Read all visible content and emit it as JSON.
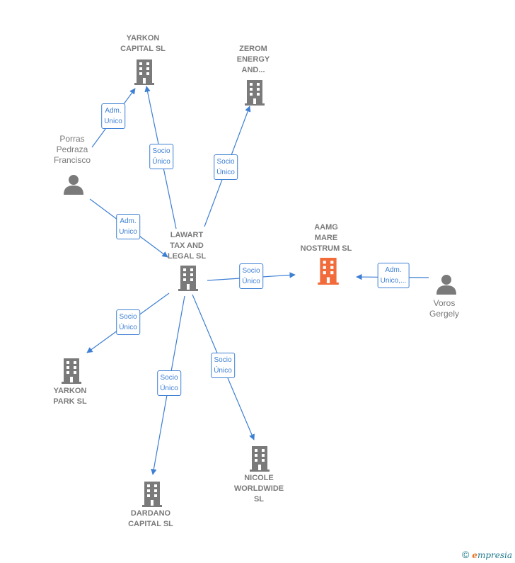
{
  "colors": {
    "edge": "#3d7fd3",
    "node": "#7a7a7a",
    "focus": "#f26b3a"
  },
  "nodes": {
    "yarkon_capital": {
      "label": "YARKON\nCAPITAL  SL",
      "icon": "building-icon"
    },
    "zerom": {
      "label": "ZEROM\nENERGY\nAND...",
      "icon": "building-icon"
    },
    "porras": {
      "label": "Porras\nPedraza\nFrancisco",
      "icon": "person-icon"
    },
    "lawart": {
      "label": "LAWART\nTAX AND\nLEGAL  SL",
      "icon": "building-icon"
    },
    "aamg": {
      "label": "AAMG\nMARE\nNOSTRUM  SL",
      "icon": "building-icon"
    },
    "voros": {
      "label": "Voros\nGergely",
      "icon": "person-icon"
    },
    "yarkon_park": {
      "label": "YARKON\nPARK  SL",
      "icon": "building-icon"
    },
    "dardano": {
      "label": "DARDANO\nCAPITAL  SL",
      "icon": "building-icon"
    },
    "nicole": {
      "label": "NICOLE\nWORLDWIDE\nSL",
      "icon": "building-icon"
    }
  },
  "edges": {
    "porras_yarkon": "Adm.\nUnico",
    "lawart_yarkon": "Socio\nÚnico",
    "lawart_zerom": "Socio\nÚnico",
    "porras_lawart": "Adm.\nUnico",
    "lawart_aamg": "Socio\nÚnico",
    "voros_aamg": "Adm.\nUnico,...",
    "lawart_park": "Socio\nÚnico",
    "lawart_dardano": "Socio\nÚnico",
    "lawart_nicole": "Socio\nÚnico"
  },
  "brand": {
    "copyright": "©",
    "e": "e",
    "rest": "mpresia"
  }
}
